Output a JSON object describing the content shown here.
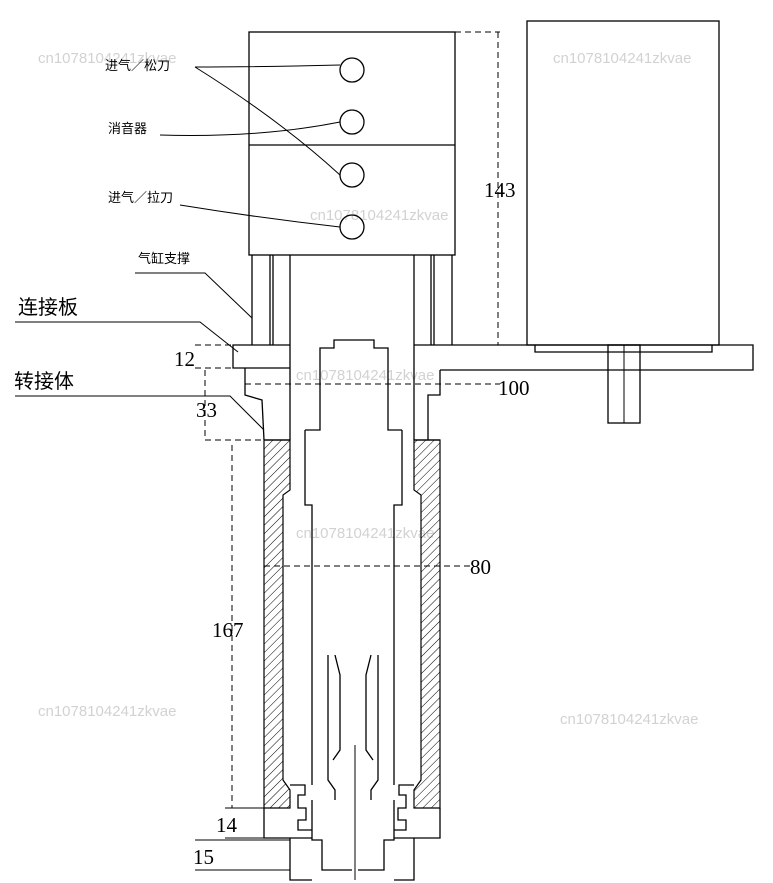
{
  "labels": {
    "intake_loosen": "进气／松刀",
    "muffler": "消音器",
    "intake_clamp": "进气／拉刀",
    "cylinder_support": "气缸支撑",
    "connecting_plate": "连接板",
    "adapter_body": "转接体"
  },
  "dimensions": {
    "d143": "143",
    "d100": "100",
    "d80": "80",
    "d12": "12",
    "d33": "33",
    "d167": "167",
    "d14": "14",
    "d15": "15"
  },
  "watermark": "cn1078104241zkvae"
}
